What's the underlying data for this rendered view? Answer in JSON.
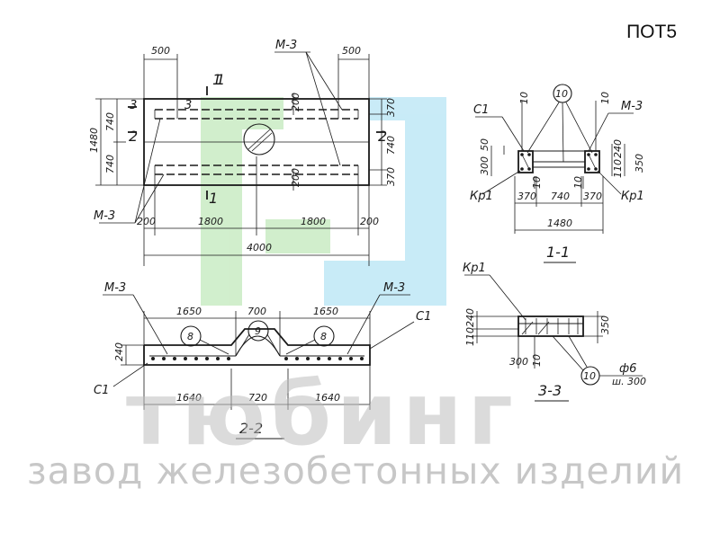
{
  "document_code": "ПОТ5",
  "watermark": {
    "brand": "тюбинг",
    "tagline": "завод железобетонных изделий"
  },
  "plan_view": {
    "top_dims": [
      "500",
      "500"
    ],
    "left_dims": [
      "1480",
      "740",
      "740"
    ],
    "right_dims": [
      "370",
      "740",
      "370"
    ],
    "inner_dims": [
      "200",
      "200"
    ],
    "bottom_dims": [
      "200",
      "1800",
      "1800",
      "200"
    ],
    "overall_length": "4000",
    "section_mark": "1",
    "section_marks": [
      "1",
      "1"
    ],
    "side_marks": [
      "2",
      "2",
      "3",
      "3"
    ],
    "mark_labels": [
      "М-3",
      "М-3"
    ]
  },
  "section_1_1": {
    "title": "1-1",
    "callout": "10",
    "labels": [
      "С1",
      "М-3",
      "Кр1",
      "Кр1"
    ],
    "dims_top": [
      "10",
      "10"
    ],
    "dims_left": [
      "50",
      "300"
    ],
    "dims_right": [
      "240",
      "110",
      "350"
    ],
    "dims_bottom": [
      "370",
      "740",
      "370"
    ],
    "dims_small": [
      "10",
      "10"
    ],
    "overall": "1480"
  },
  "section_2_2": {
    "title": "2-2",
    "callouts": [
      "8",
      "9",
      "8"
    ],
    "labels": [
      "М-3",
      "М-3",
      "С1",
      "С1"
    ],
    "dims_top": [
      "1650",
      "700",
      "1650"
    ],
    "dims_bottom": [
      "1640",
      "720",
      "1640"
    ],
    "dim_left": "240"
  },
  "section_3_3": {
    "title": "3-3",
    "callout": "10",
    "label": "Кр1",
    "dims_left": [
      "240",
      "110"
    ],
    "dim_right": "350",
    "dims_bottom": [
      "300",
      "10"
    ],
    "note_dia": "ф6",
    "note_step": "ш. 300"
  }
}
